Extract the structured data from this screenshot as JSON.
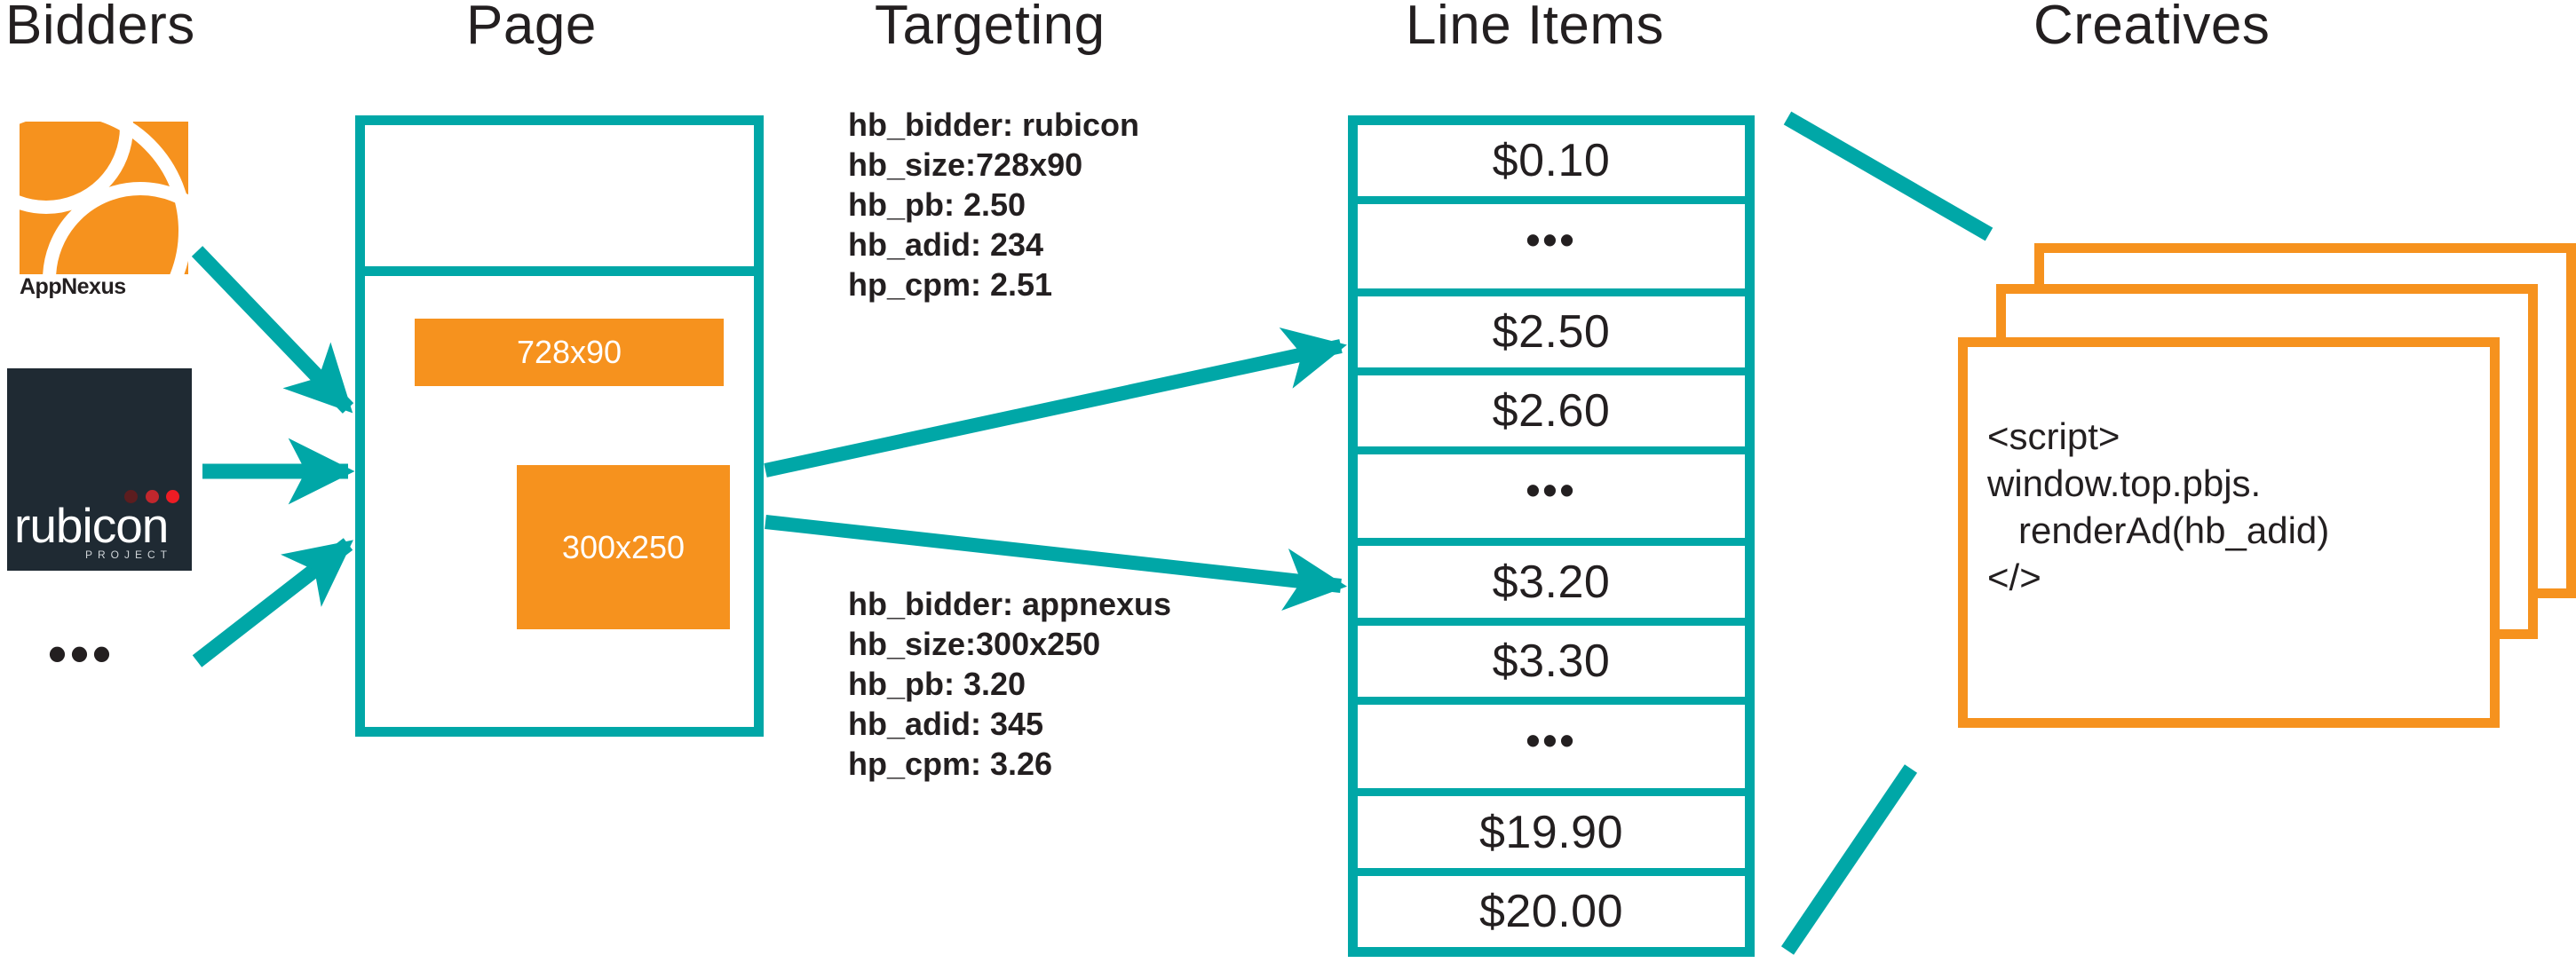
{
  "columns": {
    "bidders": "Bidders",
    "page": "Page",
    "targeting": "Targeting",
    "line_items": "Line Items",
    "creatives": "Creatives"
  },
  "colors": {
    "teal": "#00A7A7",
    "orange": "#F6921E",
    "dark": "#231f20",
    "rubicon_bg": "#1f2a33",
    "rubicon_dot_1": "#5c1d1f",
    "rubicon_dot_2": "#c1272d",
    "rubicon_dot_3": "#ed1c24"
  },
  "bidders": {
    "items": [
      {
        "name": "AppNexus",
        "label": "AppNexus"
      },
      {
        "name": "rubicon project",
        "wordmark": "rubicon",
        "submark": "PROJECT"
      }
    ],
    "more": "•••"
  },
  "page": {
    "slots": [
      {
        "label": "728x90"
      },
      {
        "label": "300x250"
      }
    ]
  },
  "targeting": {
    "blocks": [
      {
        "lines": [
          "hb_bidder: rubicon",
          "hb_size:728x90",
          "hb_pb: 2.50",
          "hb_adid: 234",
          "hp_cpm: 2.51"
        ]
      },
      {
        "lines": [
          "hb_bidder: appnexus",
          "hb_size:300x250",
          "hb_pb: 3.20",
          "hb_adid: 345",
          "hp_cpm: 3.26"
        ]
      }
    ]
  },
  "line_items": {
    "rows": [
      {
        "label": "$0.10",
        "type": "price"
      },
      {
        "label": "•••",
        "type": "ellipsis"
      },
      {
        "label": "$2.50",
        "type": "price"
      },
      {
        "label": "$2.60",
        "type": "price"
      },
      {
        "label": "•••",
        "type": "ellipsis"
      },
      {
        "label": "$3.20",
        "type": "price"
      },
      {
        "label": "$3.30",
        "type": "price"
      },
      {
        "label": "•••",
        "type": "ellipsis"
      },
      {
        "label": "$19.90",
        "type": "price"
      },
      {
        "label": "$20.00",
        "type": "price"
      }
    ]
  },
  "creatives": {
    "code": "<script>\nwindow.top.pbjs.\n   renderAd(hb_adid)\n</>"
  }
}
